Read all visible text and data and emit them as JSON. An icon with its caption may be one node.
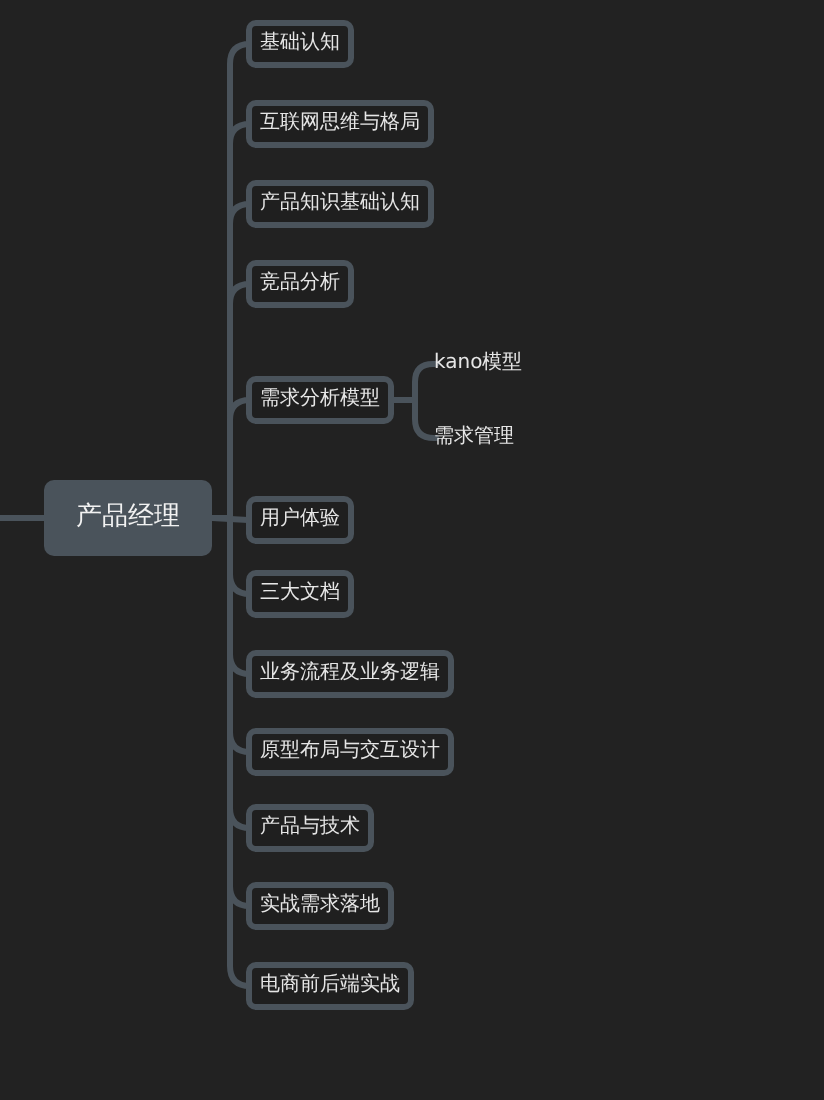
{
  "diagram": {
    "nodes": [
      {
        "text": [
          "产品经理"
        ]
      },
      {
        "text": [
          "基础认知"
        ]
      },
      {
        "text": [
          "互联网思维与格局"
        ]
      },
      {
        "text": [
          "产品知识基础认知"
        ]
      },
      {
        "text": [
          "竞品分析"
        ]
      },
      {
        "text": [
          "需求分析模型"
        ]
      },
      {
        "text": [
          "kano模型"
        ]
      },
      {
        "text": [
          "需求管理"
        ]
      },
      {
        "text": [
          "用户体验"
        ]
      },
      {
        "text": [
          "三大文档"
        ]
      },
      {
        "text": [
          "业务流程及业务逻辑"
        ]
      },
      {
        "text": [
          "原型布局与交互设计"
        ]
      },
      {
        "text": [
          "产品与技术"
        ]
      },
      {
        "text": [
          "实战需求落地"
        ]
      },
      {
        "text": [
          "电商前后端实战"
        ]
      }
    ],
    "edges": [
      {
        "from": null,
        "to": 0,
        "arrow": "none"
      },
      {
        "from": 0,
        "to": 1,
        "arrow": "none"
      },
      {
        "from": 0,
        "to": 2,
        "arrow": "none"
      },
      {
        "from": 0,
        "to": 3,
        "arrow": "none"
      },
      {
        "from": 0,
        "to": 4,
        "arrow": "none"
      },
      {
        "from": 0,
        "to": 5,
        "arrow": "none"
      },
      {
        "from": 5,
        "to": 6,
        "arrow": "none"
      },
      {
        "from": 5,
        "to": 7,
        "arrow": "none"
      },
      {
        "from": 0,
        "to": 8,
        "arrow": "none"
      },
      {
        "from": 0,
        "to": 9,
        "arrow": "none"
      },
      {
        "from": 0,
        "to": 10,
        "arrow": "none"
      },
      {
        "from": 0,
        "to": 11,
        "arrow": "none"
      },
      {
        "from": 0,
        "to": 12,
        "arrow": "none"
      },
      {
        "from": 0,
        "to": 13,
        "arrow": "none"
      },
      {
        "from": 0,
        "to": 14,
        "arrow": "none"
      }
    ]
  }
}
